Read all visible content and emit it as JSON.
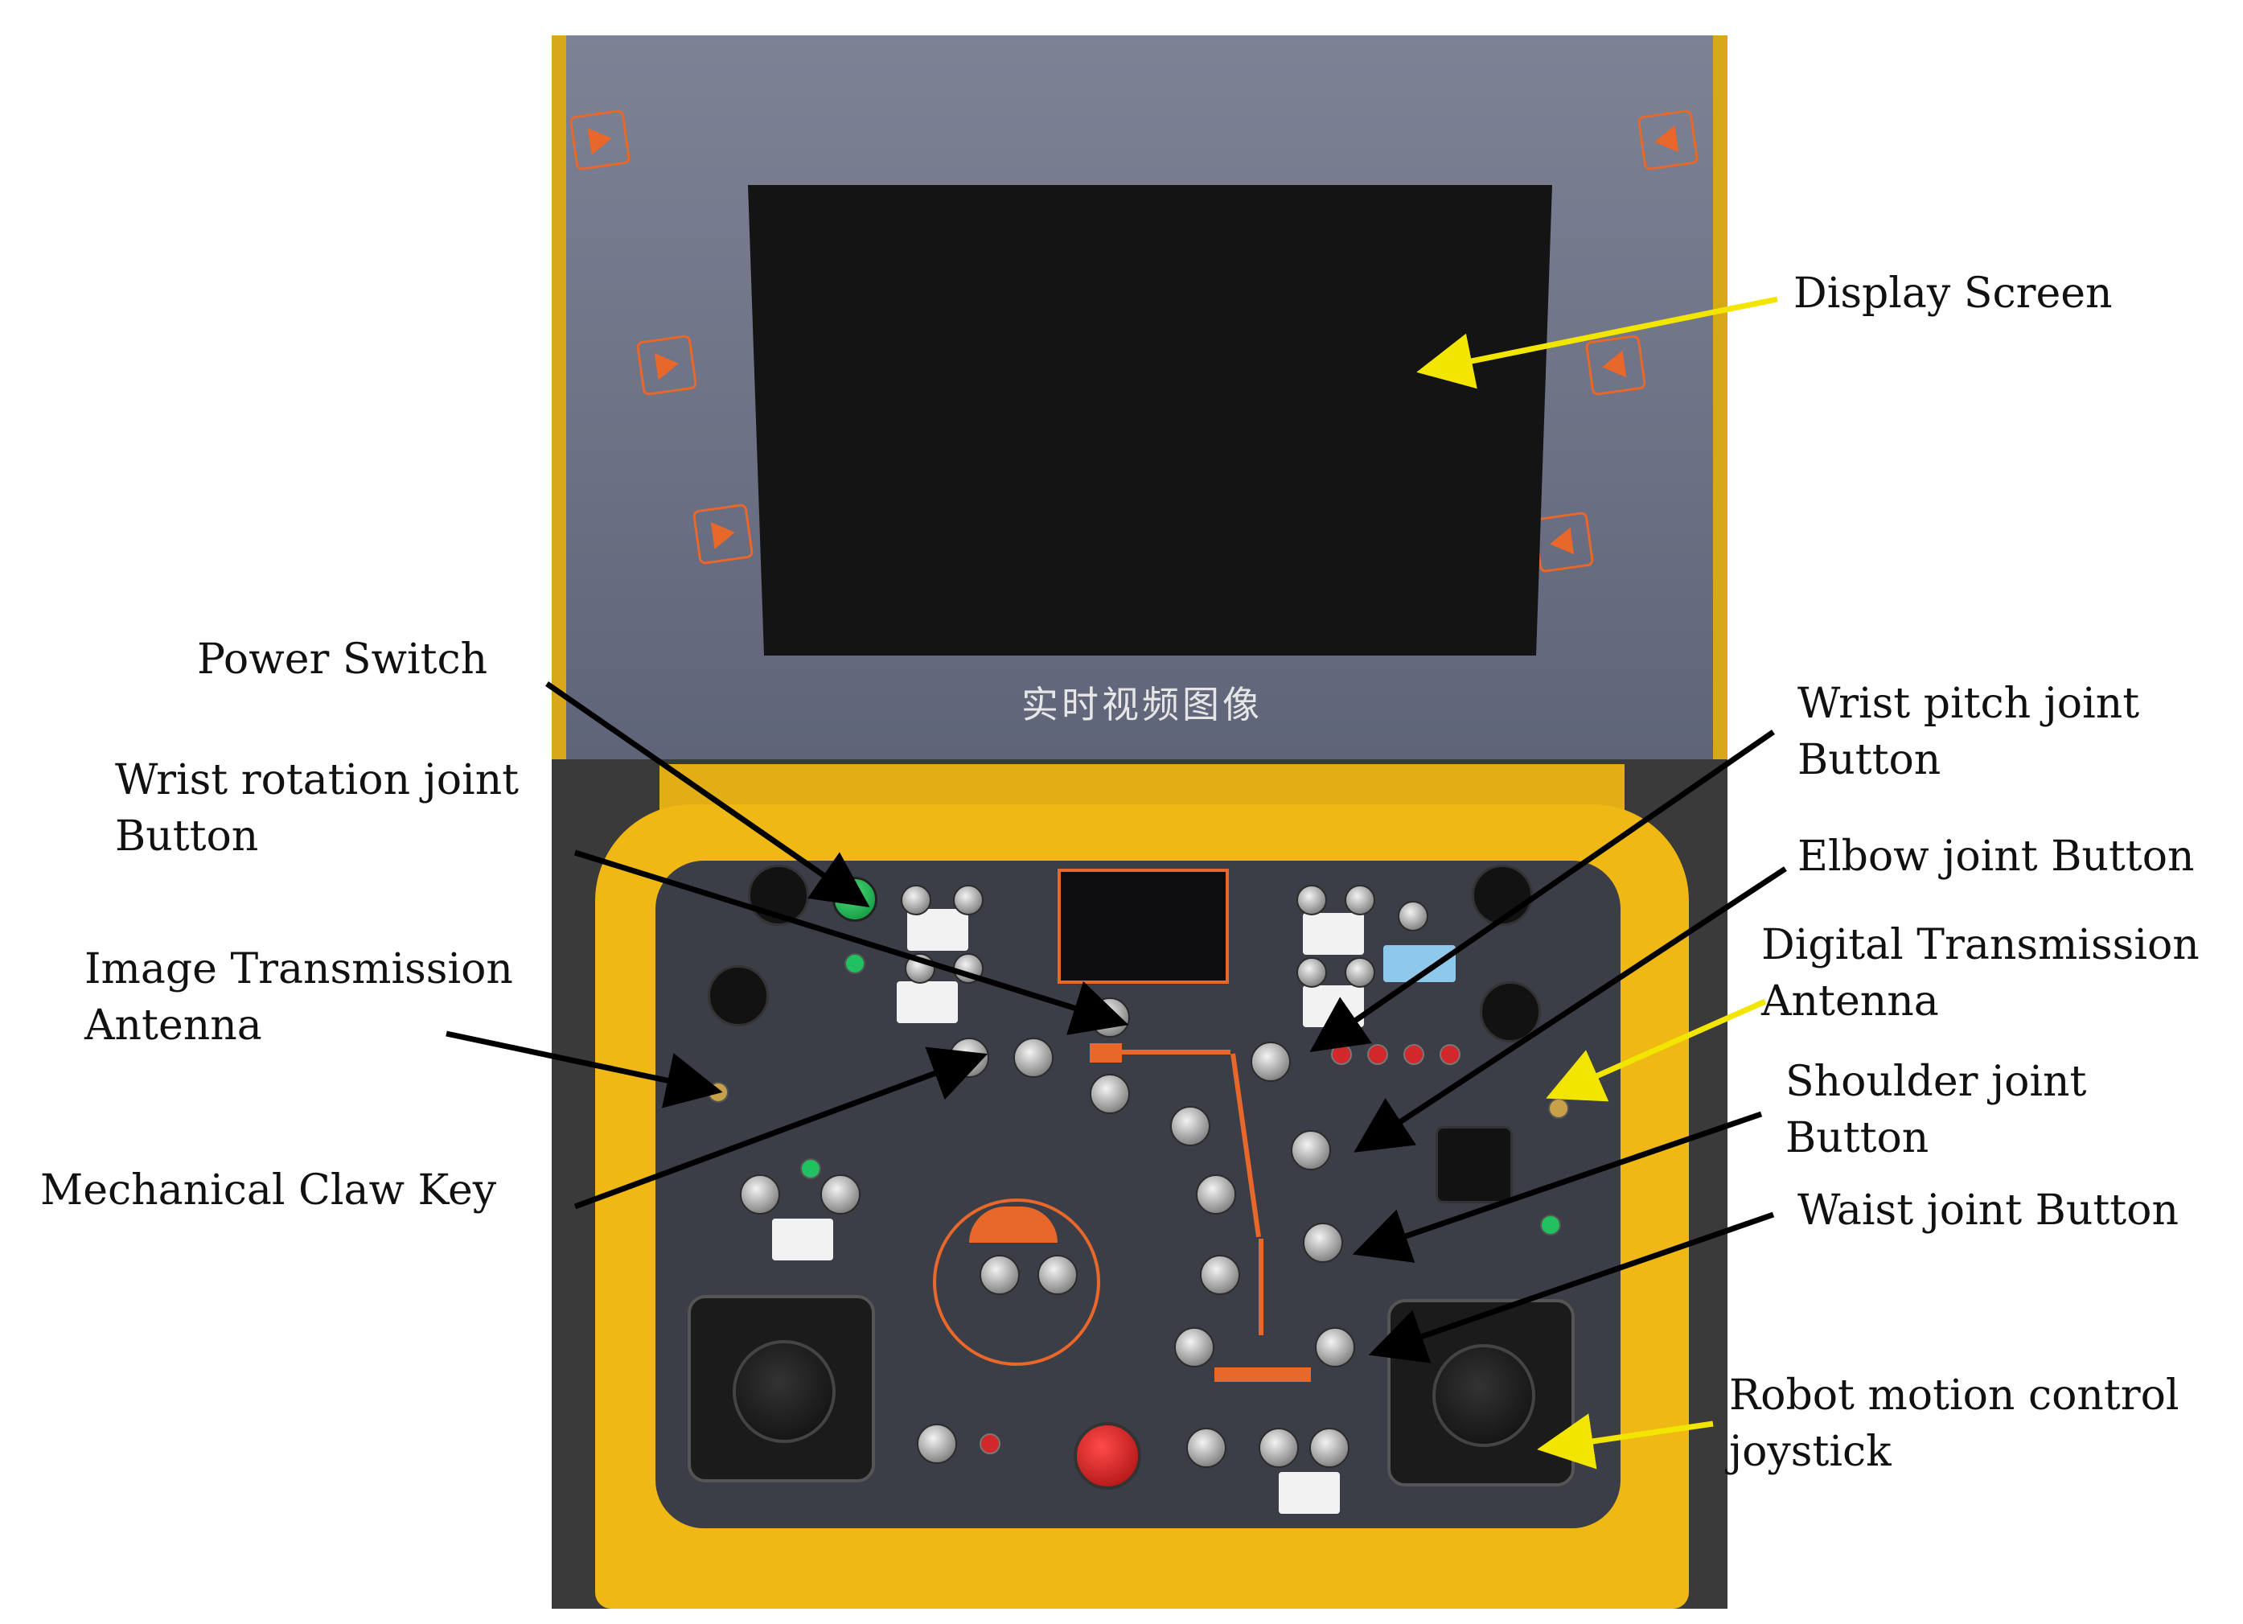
{
  "screen_caption": "实时视频图像",
  "callouts": {
    "display_screen": "Display Screen",
    "power_switch": "Power Switch",
    "wrist_rotation": "Wrist rotation joint\nButton",
    "image_antenna": "Image Transmission\nAntenna",
    "mechanical_claw": "Mechanical Claw  Key",
    "wrist_pitch": "Wrist pitch joint\nButton",
    "elbow_joint": "Elbow  joint Button",
    "digital_antenna": "Digital  Transmission\nAntenna",
    "shoulder_joint": "Shoulder joint\nButton",
    "waist_joint": "Waist joint Button",
    "joystick": "Robot motion control\njoystick"
  },
  "colors": {
    "case_yellow": "#f0b814",
    "panel_gray": "#3b3d47",
    "accent_orange": "#e8672b",
    "arrow_yellow": "#f2e600",
    "arrow_black": "#000000"
  }
}
